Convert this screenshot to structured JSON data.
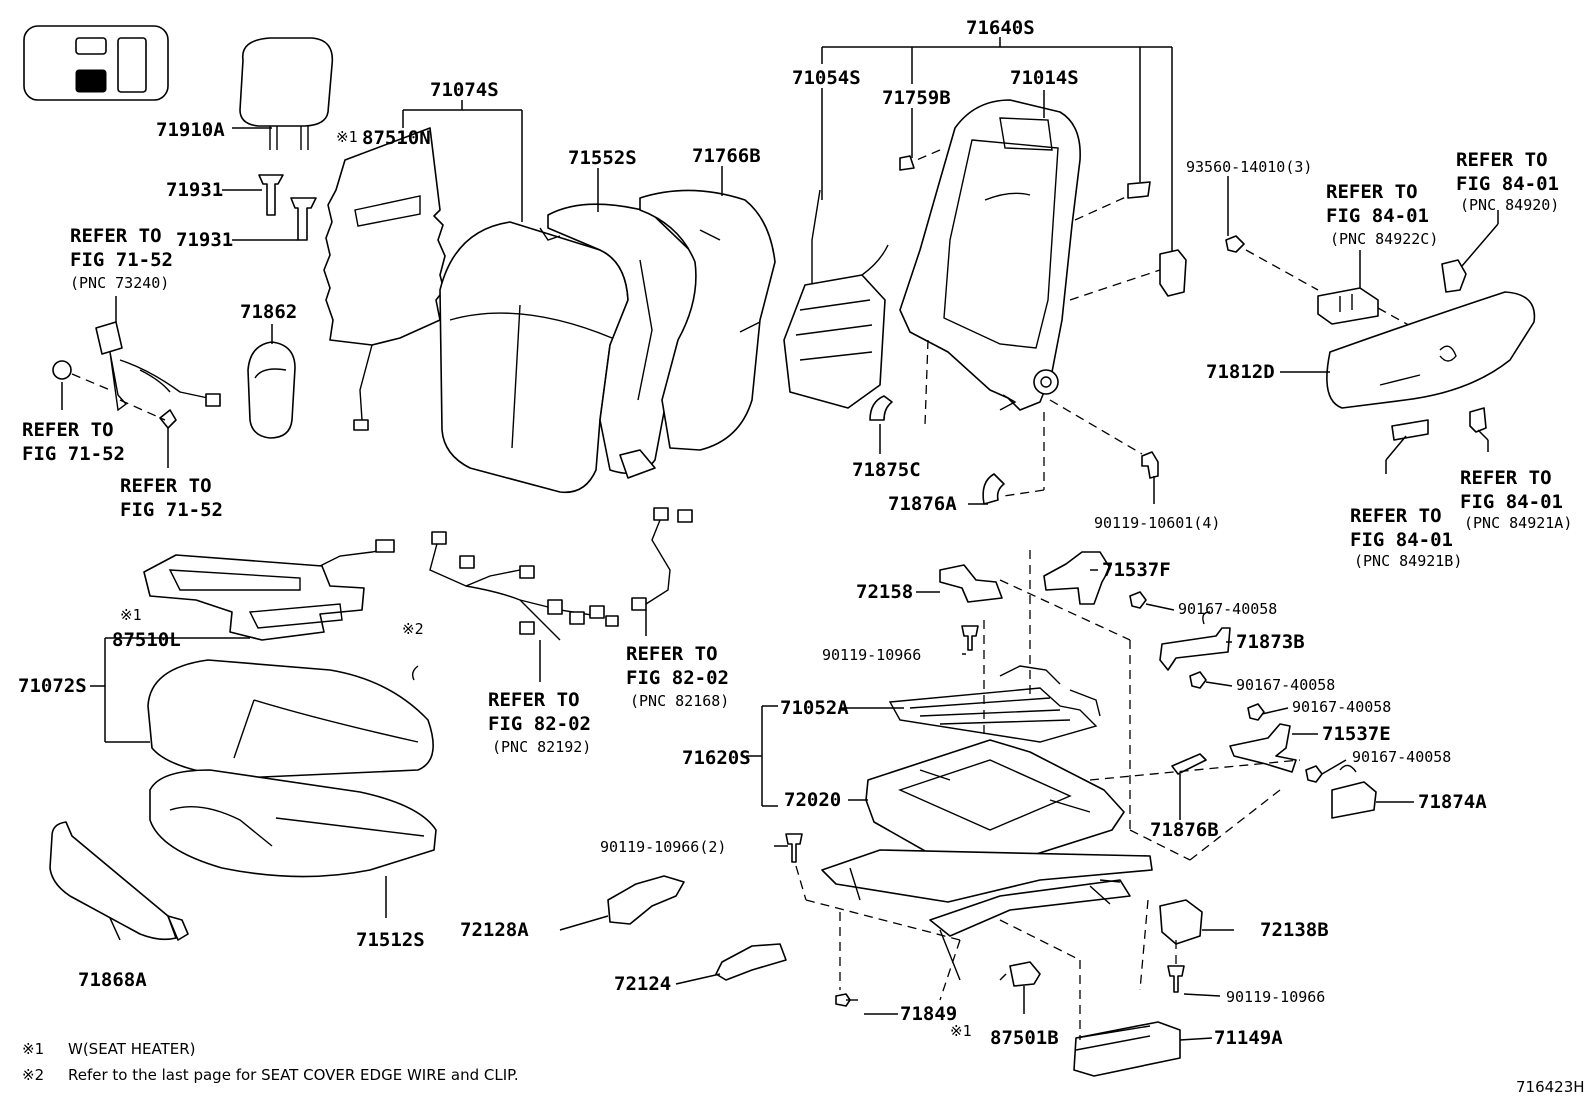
{
  "figure_id": "716423H",
  "parts": {
    "p71640S": "71640S",
    "p71054S": "71054S",
    "p71759B": "71759B",
    "p71014S": "71014S",
    "p71074S": "71074S",
    "p71910A": "71910A",
    "p87510N": "87510N",
    "p71552S": "71552S",
    "p71766B": "71766B",
    "p71931a": "71931",
    "p71931b": "71931",
    "p71862": "71862",
    "p93560": "93560-14010(3)",
    "p71812D": "71812D",
    "p71875C": "71875C",
    "p71876A": "71876A",
    "p90119_10601": "90119-10601(4)",
    "p71537F": "71537F",
    "p72158": "72158",
    "p90167_a": "90167-40058",
    "p90119_10966_a": "90119-10966",
    "p71873B": "71873B",
    "p90167_b": "90167-40058",
    "p87510L": "87510L",
    "p71072S": "71072S",
    "p71052A": "71052A",
    "p90167_c": "90167-40058",
    "p71537E": "71537E",
    "p71620S": "71620S",
    "p90167_d": "90167-40058",
    "p72020": "72020",
    "p71874A": "71874A",
    "p71876B": "71876B",
    "p90119_10966_2": "90119-10966(2)",
    "p71512S": "71512S",
    "p72128A": "72128A",
    "p72138B": "72138B",
    "p71868A": "71868A",
    "p72124": "72124",
    "p90119_10966_b": "90119-10966",
    "p71849": "71849",
    "p87501B": "87501B",
    "p71149A": "71149A"
  },
  "marks": {
    "m1_87510N": "※1",
    "m1_87510L": "※1",
    "m2": "※2",
    "m1_87501B": "※1"
  },
  "refs": {
    "seatbelt_top": [
      "REFER TO",
      "FIG 71-52",
      "(PNC 73240)"
    ],
    "seatbelt_left": [
      "REFER TO",
      "FIG 71-52"
    ],
    "seatbelt_bottom": [
      "REFER TO",
      "FIG 71-52"
    ],
    "wire_82192": [
      "REFER TO",
      "FIG 82-02",
      "(PNC 82192)"
    ],
    "wire_82168": [
      "REFER TO",
      "FIG 82-02",
      "(PNC 82168)"
    ],
    "switch_84922C": [
      "REFER TO",
      "FIG 84-01",
      "(PNC 84922C)"
    ],
    "knob_84920": [
      "REFER TO",
      "FIG 84-01",
      "(PNC 84920)"
    ],
    "knob_84921B": [
      "REFER TO",
      "FIG 84-01",
      "(PNC 84921B)"
    ],
    "knob_84921A": [
      "REFER TO",
      "FIG 84-01",
      "(PNC 84921A)"
    ]
  },
  "notes": {
    "n1_mark": "※1",
    "n1_text": "W(SEAT  HEATER)",
    "n2_mark": "※2",
    "n2_text": "Refer to the last page for SEAT COVER EDGE WIRE and CLIP."
  }
}
